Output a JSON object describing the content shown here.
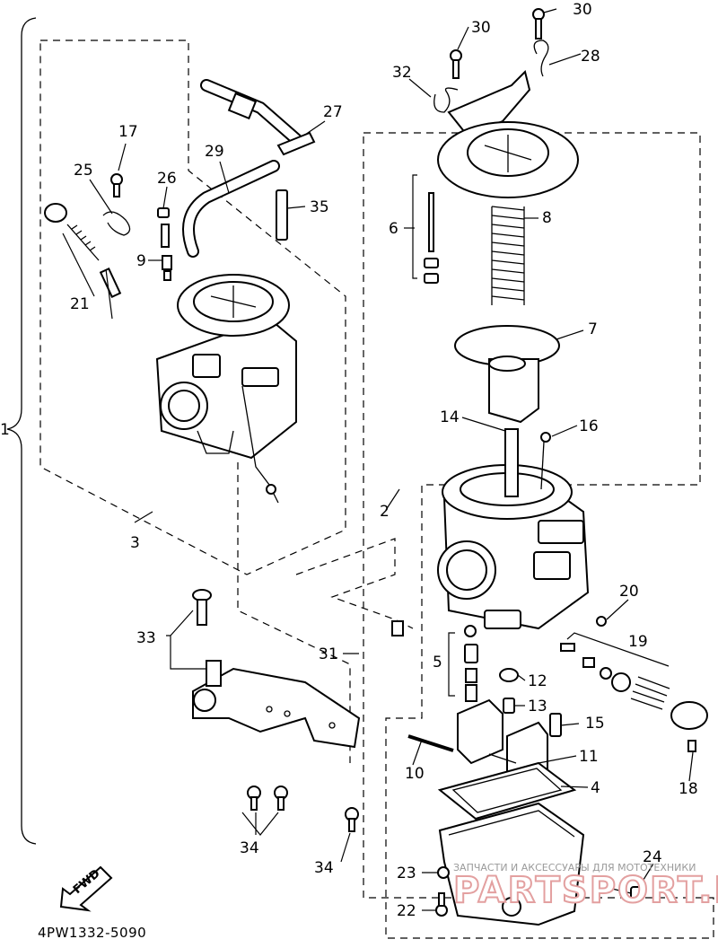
{
  "diagram_code": "4PW1332-5090",
  "direction_label": "FWD",
  "watermark": {
    "line1": "ЗАПЧАСТИ И АКСЕССУАРЫ ДЛЯ МОТОТЕХНИКИ",
    "line2": "PARTSPORT.RU"
  },
  "callouts": {
    "c1": "1",
    "c2": "2",
    "c3": "3",
    "c4": "4",
    "c5": "5",
    "c6": "6",
    "c7": "7",
    "c8": "8",
    "c9": "9",
    "c10": "10",
    "c11": "11",
    "c12": "12",
    "c13": "13",
    "c14": "14",
    "c15": "15",
    "c16": "16",
    "c17": "17",
    "c18": "18",
    "c19": "19",
    "c20": "20",
    "c21": "21",
    "c22": "22",
    "c23": "23",
    "c24": "24",
    "c25": "25",
    "c26": "26",
    "c27": "27",
    "c28": "28",
    "c29": "29",
    "c30a": "30",
    "c30b": "30",
    "c31": "31",
    "c32": "32",
    "c33": "33",
    "c34a": "34",
    "c34b": "34",
    "c35": "35"
  }
}
